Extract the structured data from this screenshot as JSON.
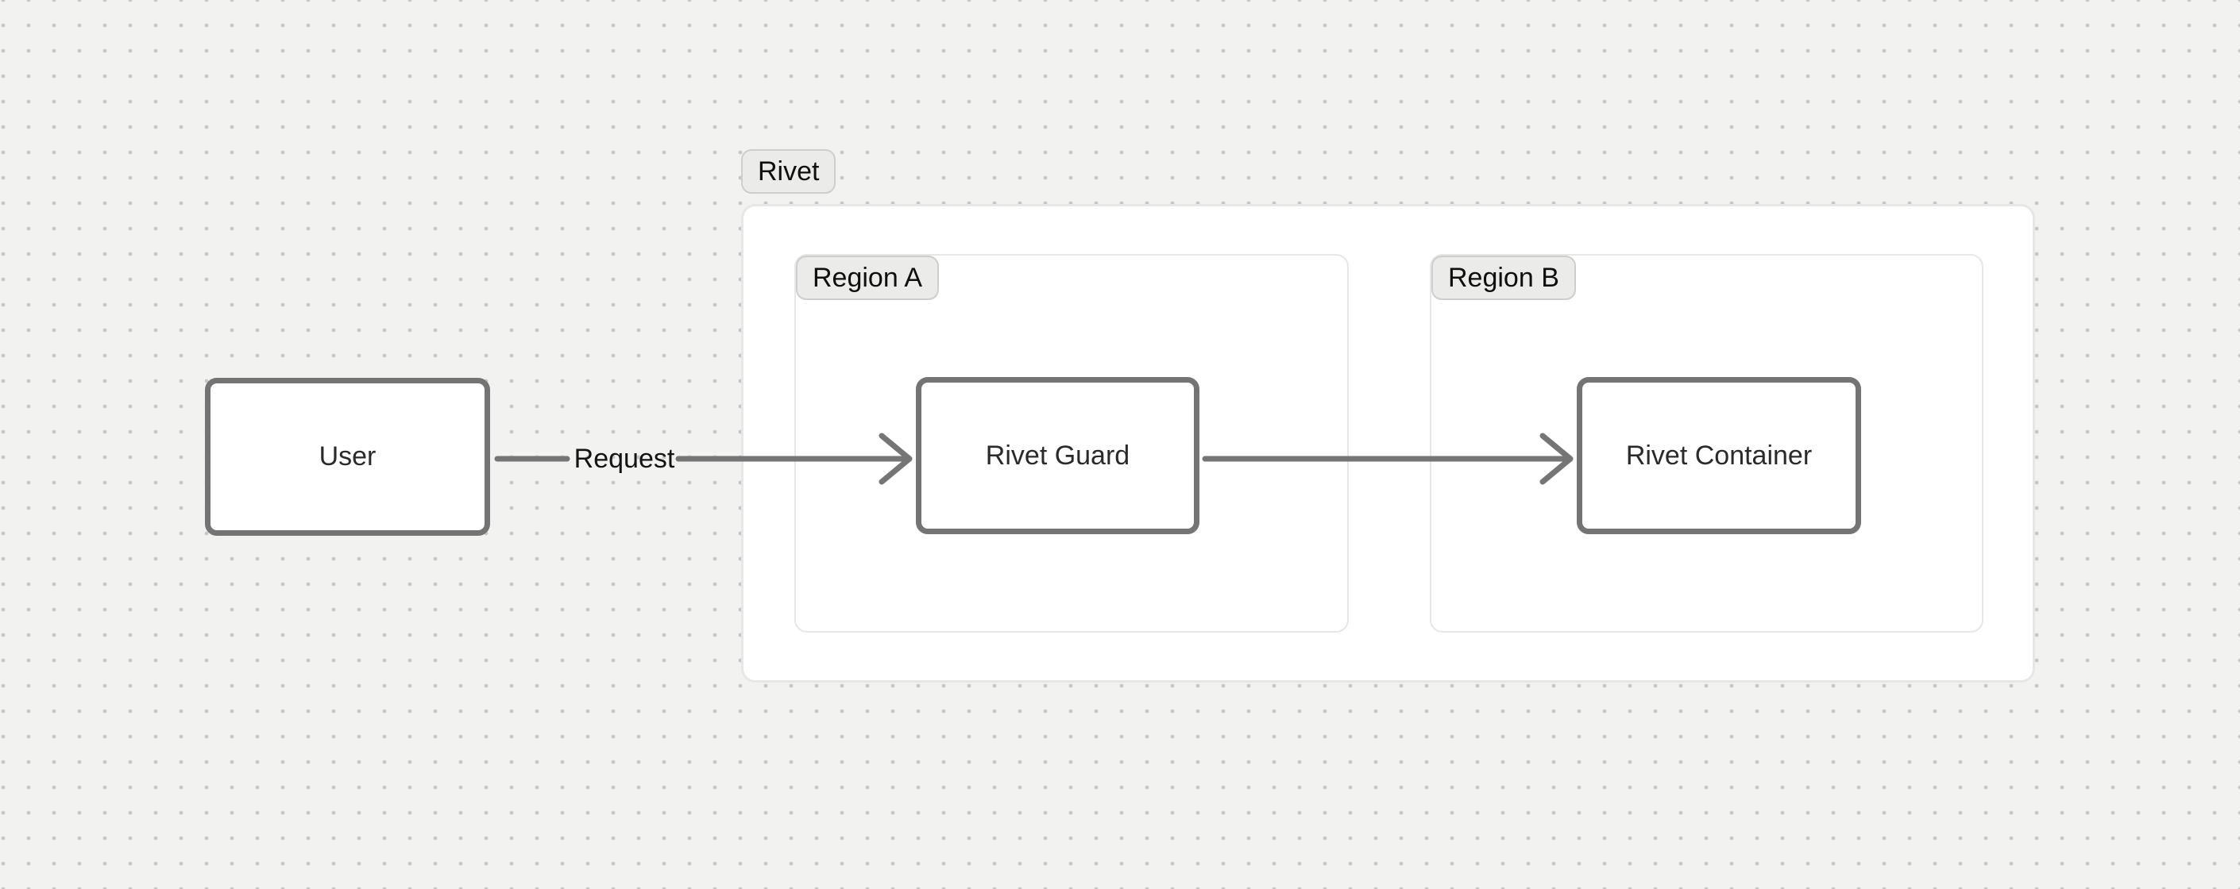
{
  "diagram": {
    "cluster": {
      "label": "Rivet"
    },
    "regions": [
      {
        "label": "Region A"
      },
      {
        "label": "Region B"
      }
    ],
    "nodes": [
      {
        "label": "User"
      },
      {
        "label": "Rivet Guard"
      },
      {
        "label": "Rivet Container"
      }
    ],
    "edges": [
      {
        "label": "Request"
      },
      {
        "label": ""
      }
    ]
  },
  "colors": {
    "background": "#f2f2f1",
    "dot": "#c7c7c7",
    "surface": "#ffffff",
    "container_border": "#e7e7e6",
    "pill_background": "#ebebea",
    "pill_border": "#cecece",
    "node_border": "#747474",
    "arrow": "#757575",
    "text": "#1a1a1a"
  }
}
